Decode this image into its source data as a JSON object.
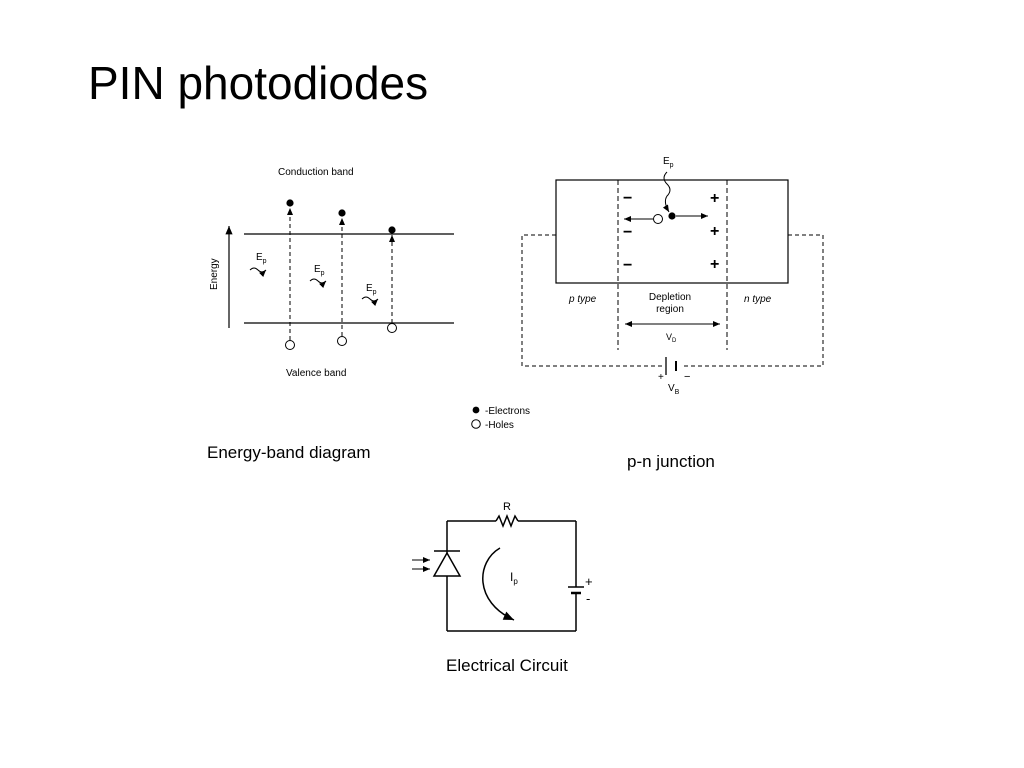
{
  "slide": {
    "title": "PIN photodiodes"
  },
  "energy_band": {
    "caption": "Energy-band diagram",
    "conduction_band": "Conduction band",
    "valence_band": "Valence band",
    "axis_label": "Energy",
    "photon_label": "E",
    "photon_sub": "p"
  },
  "pn_junction": {
    "caption": "p-n junction",
    "photon_label": "E",
    "photon_sub": "p",
    "p_type": "p type",
    "n_type": "n type",
    "depletion_line1": "Depletion",
    "depletion_line2": "region",
    "vd_label": "V",
    "vd_sub": "D",
    "vb_label": "V",
    "vb_sub": "B",
    "minus": "−",
    "plus": "+",
    "legend_electrons": "-Electrons",
    "legend_holes": "-Holes"
  },
  "circuit": {
    "caption": "Electrical Circuit",
    "resistor_label": "R",
    "current_label": "I",
    "current_sub": "p",
    "plus": "+",
    "minus": "-"
  }
}
